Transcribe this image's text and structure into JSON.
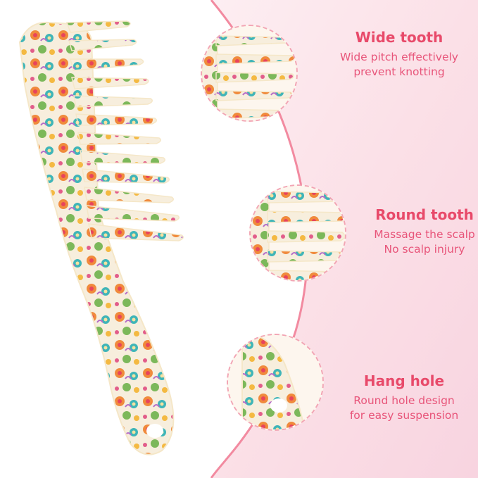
{
  "features": [
    {
      "title": "Wide tooth",
      "desc_lines": [
        "Wide pitch effectively",
        "prevent knotting"
      ]
    },
    {
      "title": "Round tooth",
      "desc_lines": [
        "Massage the scalp",
        "No scalp injury"
      ]
    },
    {
      "title": "Hang hole",
      "desc_lines": [
        "Round hole design",
        "for easy suspension"
      ]
    }
  ],
  "colors": {
    "accent_title": "#e84a6a",
    "accent_text": "#e8557a",
    "circle_border": "#f2a5b4",
    "background_pink": "#fde4ea"
  }
}
